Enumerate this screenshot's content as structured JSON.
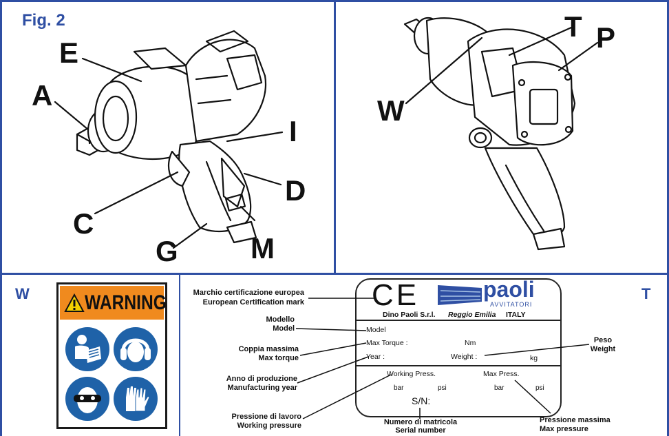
{
  "fig_label": "Fig. 2",
  "tool_left": {
    "letters": {
      "A": "A",
      "E": "E",
      "I": "I",
      "D": "D",
      "C": "C",
      "G": "G",
      "M": "M"
    }
  },
  "tool_right": {
    "letters": {
      "T": "T",
      "P": "P",
      "W": "W"
    }
  },
  "section_w": {
    "letter": "W",
    "warning_text": "WARNING",
    "icons": [
      "read-manual-icon",
      "ear-protection-icon",
      "eye-protection-icon",
      "gloves-icon"
    ],
    "colors": {
      "header": "#f08a1e",
      "icon_bg": "#1f62a8",
      "frame": "#1a1a1a"
    }
  },
  "section_t": {
    "letter": "T",
    "left_labels": {
      "cert_it": "Marchio certificazione europea",
      "cert_en": "European Certification mark",
      "model_it": "Modello",
      "model_en": "Model",
      "torque_it": "Coppia massima",
      "torque_en": "Max torque",
      "year_it": "Anno di produzione",
      "year_en": "Manufacturing year",
      "wpress_it": "Pressione di lavoro",
      "wpress_en": "Working pressure"
    },
    "right_labels": {
      "weight_it": "Peso",
      "weight_en": "Weight",
      "maxp_it": "Pressione massima",
      "maxp_en": "Max pressure"
    },
    "bottom_labels": {
      "serial_it": "Numero di matricola",
      "serial_en": "Serial number"
    },
    "plate": {
      "ce": "CE",
      "brand": "paoli",
      "brand_sub": "AVVITATORI",
      "company": "Dino Paoli S.r.l.",
      "city": "Reggio Emilia",
      "country": "ITALY",
      "model": "Model",
      "max_torque": "Max Torque :",
      "nm": "Nm",
      "year": "Year :",
      "weight": "Weight :",
      "kg": "kg",
      "working_press": "Working Press.",
      "max_press": "Max Press.",
      "bar1": "bar",
      "psi1": "psi",
      "bar2": "bar",
      "psi2": "psi",
      "sn": "S/N:"
    }
  }
}
